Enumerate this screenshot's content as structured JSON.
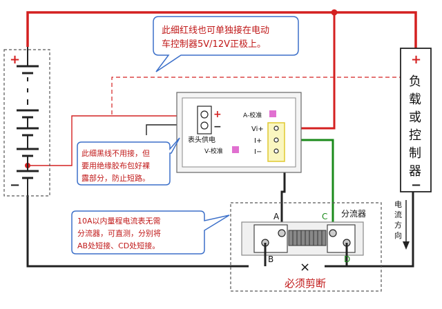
{
  "colors": {
    "red_wire": "#d42020",
    "black_wire": "#222222",
    "green_wire": "#1a8a1a",
    "callout_fill": "#ffffff",
    "callout_stroke": "#3b6fc9",
    "callout_text": "#c01818",
    "dashed": "#555555",
    "pink_marker": "#e070d0",
    "terminal_box": "#f0e060"
  },
  "battery": {
    "plus": "+",
    "minus": "−"
  },
  "load": {
    "plus": "+",
    "minus": "−",
    "label": [
      "负",
      "载",
      "或",
      "控",
      "制",
      "器"
    ]
  },
  "callouts": {
    "red_wire_note": [
      "此细红线也可单独接在电动",
      "车控制器5V/12V正极上。"
    ],
    "black_wire_note": [
      "此细黑线不用接，但",
      "要用绝缘胶布包好裸",
      "露部分，防止短路。"
    ],
    "shunt_note": [
      "10A以内量程电流表无需",
      "分流器，可直测，分别将",
      "AB处短接、CD处短接。"
    ]
  },
  "meter": {
    "power_plus": "+",
    "power_minus": "−",
    "power_label": "表头供电",
    "a_calib": "A-校准",
    "v_calib": "V-校准",
    "terminals": [
      "Vi+",
      "I+",
      "I−"
    ]
  },
  "shunt": {
    "title": "分流器",
    "point_a": "A",
    "point_b": "B",
    "point_c": "C",
    "point_d": "D",
    "cut_mark": "×",
    "must_cut": "必须剪断"
  },
  "current_direction": [
    "电",
    "流",
    "方",
    "向"
  ]
}
